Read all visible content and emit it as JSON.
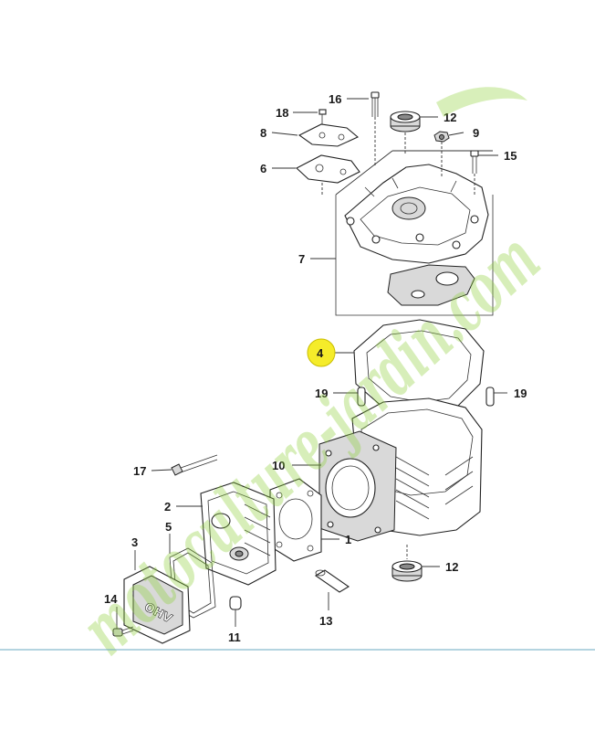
{
  "diagram": {
    "callouts": {
      "c16": "16",
      "c18": "18",
      "c12a": "12",
      "c8": "8",
      "c9": "9",
      "c15": "15",
      "c6": "6",
      "c7": "7",
      "c4": "4",
      "c19a": "19",
      "c19b": "19",
      "c17": "17",
      "c10": "10",
      "c2": "2",
      "c5": "5",
      "c3": "3",
      "c1": "1",
      "c12b": "12",
      "c14": "14",
      "c13": "13",
      "c11": "11"
    },
    "highlight_color": "#f5ec2a",
    "watermark": {
      "text": "motoculture-jardin.com",
      "color": "#8fd13a"
    }
  }
}
